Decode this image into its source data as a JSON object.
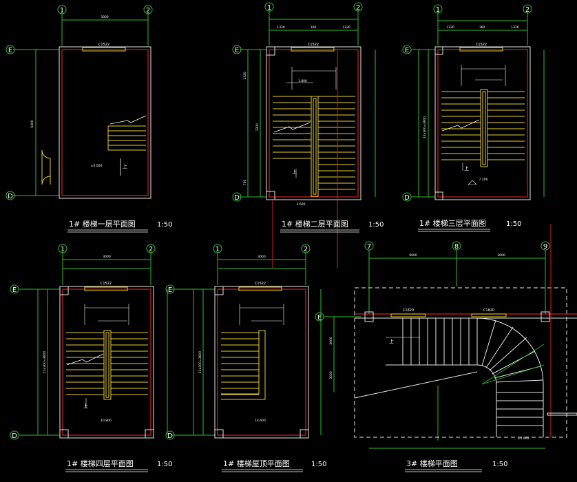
{
  "plans": [
    {
      "title": "1# 楼梯一层平面图",
      "scale": "1:50",
      "grid_cols": [
        "1",
        "2"
      ],
      "grid_rows": [
        "E",
        "D"
      ],
      "top_dims": [
        "3000"
      ],
      "side_dims": [
        "5400"
      ],
      "window_label": "C1522",
      "up_label": "上",
      "level_labels": [
        "±0.000"
      ]
    },
    {
      "title": "1# 楼梯二层平面图",
      "scale": "1:50",
      "grid_cols": [
        "1",
        "2"
      ],
      "grid_rows": [
        "E",
        "D"
      ],
      "top_dims": [
        "1320",
        "160",
        "1320"
      ],
      "side_dims": [
        "1320",
        "3300",
        "700"
      ],
      "window_label": "C1522",
      "up_label": "上",
      "level_labels": [
        "1.800",
        "3.600"
      ]
    },
    {
      "title": "1# 楼梯三层平面图",
      "scale": "1:50",
      "grid_cols": [
        "1",
        "2"
      ],
      "grid_rows": [
        "E",
        "D"
      ],
      "top_dims": [
        "1320",
        "160",
        "1320"
      ],
      "side_dims": [
        "12x300=3600"
      ],
      "window_label": "C1522",
      "up_label": "上",
      "level_labels": [
        "7.200"
      ]
    },
    {
      "title": "1# 楼梯四层平面图",
      "scale": "1:50",
      "grid_cols": [
        "1",
        "2"
      ],
      "grid_rows": [
        "E",
        "D"
      ],
      "top_dims": [
        "3000"
      ],
      "side_dims": [
        "12x300=3600"
      ],
      "window_label": "C1522",
      "up_label": "上",
      "level_labels": [
        "10.800"
      ]
    },
    {
      "title": "1# 楼梯屋顶平面图",
      "scale": "1:50",
      "grid_cols": [
        "1",
        "2"
      ],
      "grid_rows": [
        "E",
        "D"
      ],
      "top_dims": [
        "3000"
      ],
      "side_dims": [
        "12x300=3600"
      ],
      "window_label": "C1522",
      "up_label": "",
      "level_labels": [
        "14.400"
      ]
    },
    {
      "title": "3# 楼梯平面图",
      "scale": "1:50",
      "grid_cols": [
        "7",
        "8",
        "9"
      ],
      "grid_rows": [
        "E"
      ],
      "top_dims": [
        "9000",
        "3600"
      ],
      "side_dims": [
        "3000",
        "3000"
      ],
      "window_label": "C1820",
      "up_label": "上",
      "level_labels": [
        "±0.000"
      ]
    }
  ]
}
